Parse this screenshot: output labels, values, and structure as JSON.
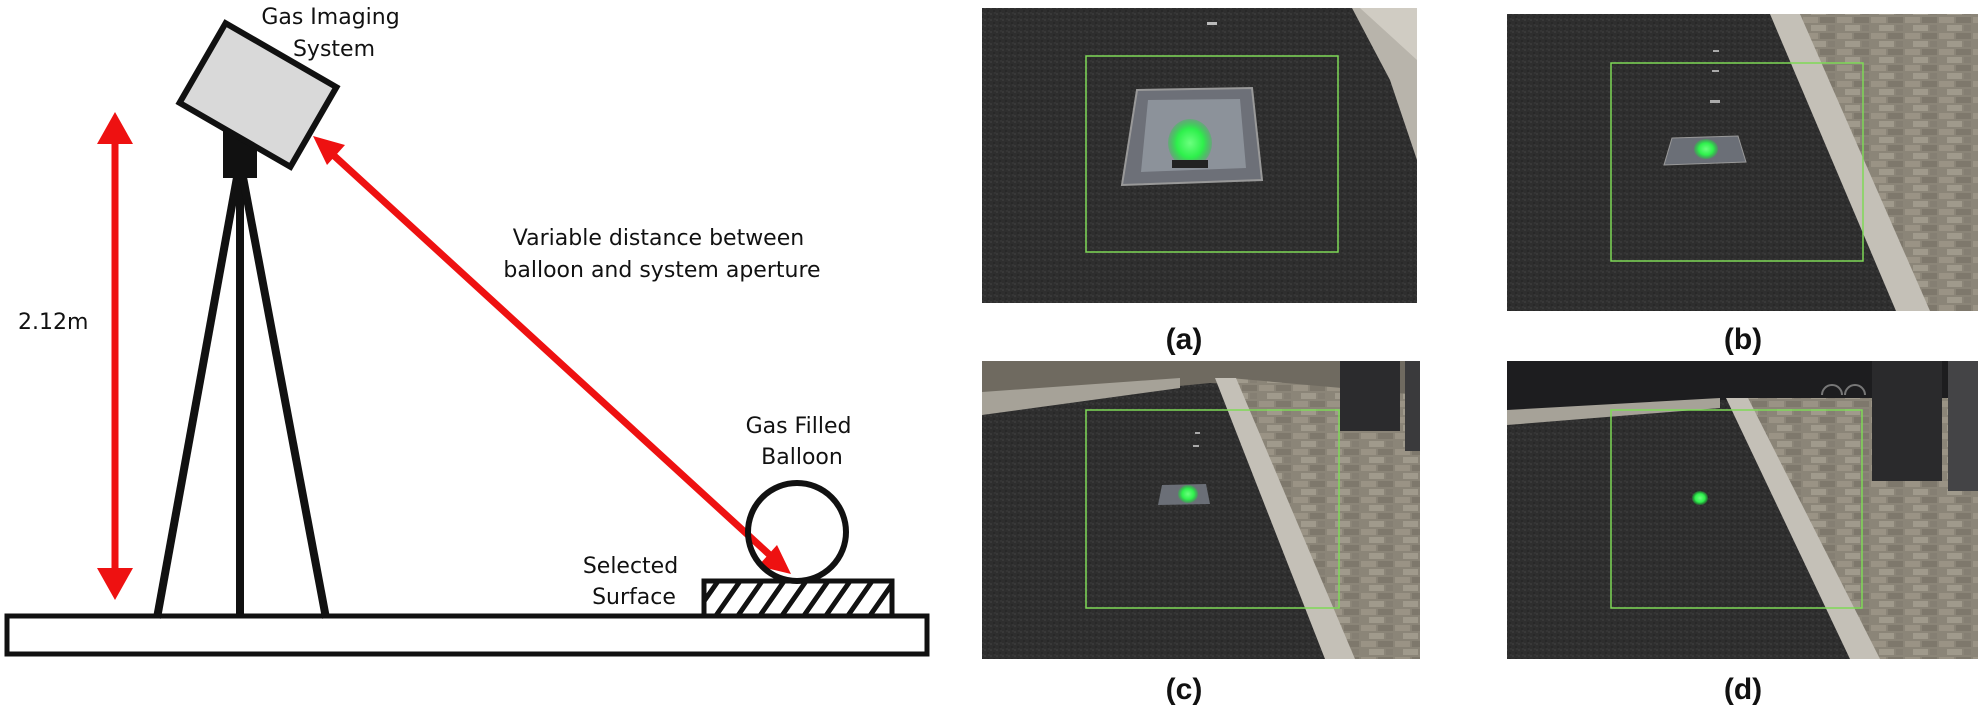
{
  "diagram": {
    "camera_label": [
      "Gas Imaging",
      "System"
    ],
    "height_label": "2.12m",
    "distance_label": [
      "Variable distance between",
      "balloon and system aperture"
    ],
    "balloon_label": [
      "Gas Filled",
      "Balloon"
    ],
    "surface_label": [
      "Selected",
      "Surface"
    ]
  },
  "panels": [
    {
      "caption": "(a)"
    },
    {
      "caption": "(b)"
    },
    {
      "caption": "(c)"
    },
    {
      "caption": "(d)"
    }
  ],
  "colors": {
    "arrow": "#ee1111",
    "detection_box": "#7ed957",
    "gas_plume": "#39ff5a",
    "road": "#2b2b2b",
    "pavement": "#8a8478",
    "camera_body": "#d9d9d9"
  }
}
